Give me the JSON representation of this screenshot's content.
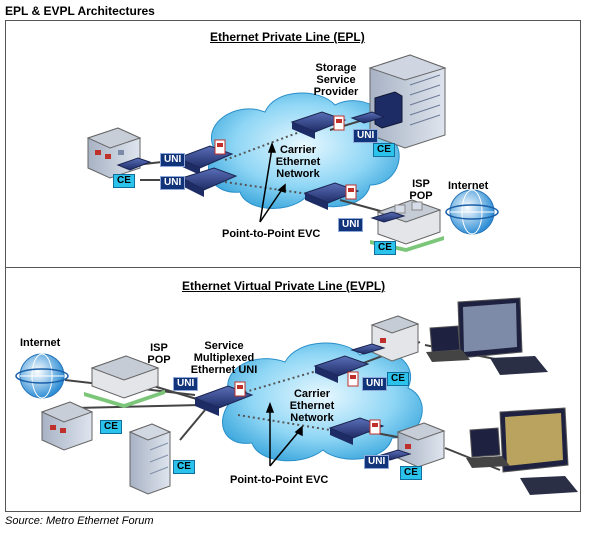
{
  "figure_title": "EPL & EVPL Architectures",
  "source": "Source:  Metro Ethernet  Forum",
  "epl": {
    "title": "Ethernet Private Line (EPL)",
    "storage_provider": [
      "Storage",
      "Service",
      "Provider"
    ],
    "carrier_network": [
      "Carrier",
      "Ethernet",
      "Network"
    ],
    "isp_pop": [
      "ISP",
      "POP"
    ],
    "internet": "Internet",
    "evc": "Point-to-Point EVC",
    "uni": "UNI",
    "ce": "CE"
  },
  "evpl": {
    "title": "Ethernet Virtual Private Line (EVPL)",
    "internet": "Internet",
    "isp_pop": [
      "ISP",
      "POP"
    ],
    "service_uni": [
      "Service",
      "Multiplexed",
      "Ethernet UNI"
    ],
    "carrier_network": [
      "Carrier",
      "Ethernet",
      "Network"
    ],
    "evc": "Point-to-Point EVC",
    "uni": "UNI",
    "ce": "CE"
  },
  "colors": {
    "uni_tag": "#10337a",
    "ce_tag": "#2bc3ec",
    "cloud": "#8fd6f5",
    "switch": "#2d3f8a"
  }
}
